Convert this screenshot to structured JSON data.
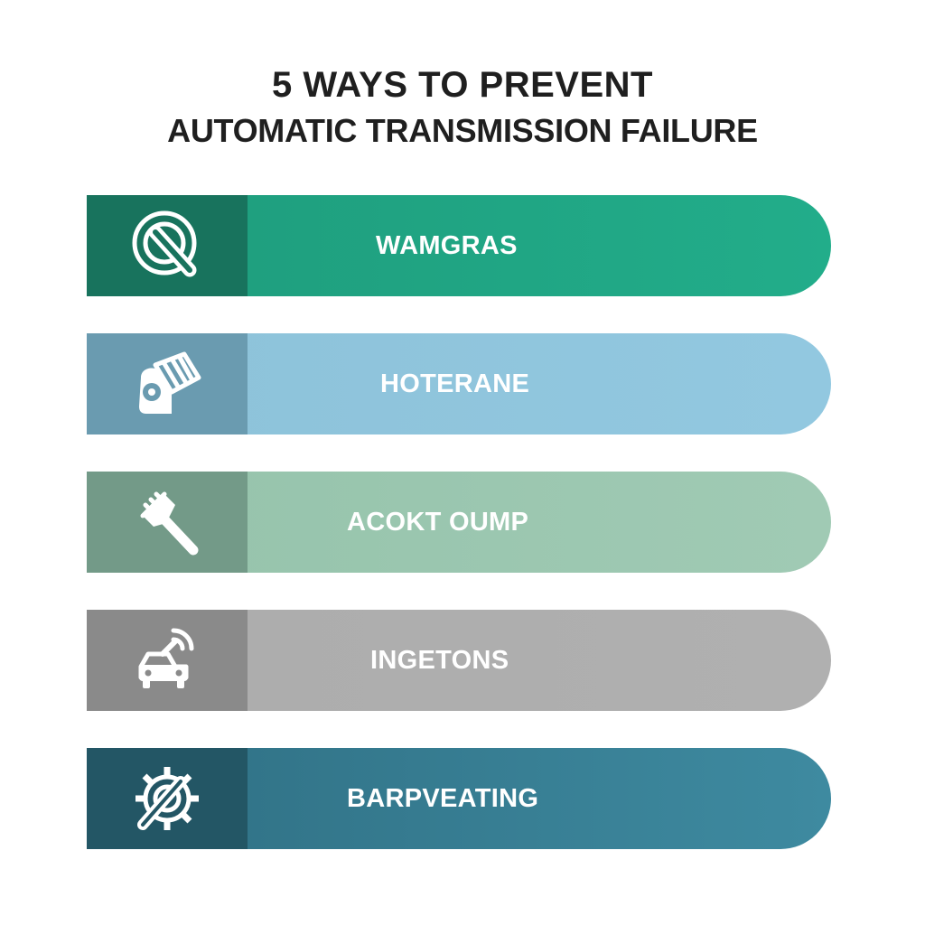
{
  "title": {
    "line1": "5 WAYS TO PREVENT",
    "line2": "AUTOMATIC TRANSMISSION FAILURE"
  },
  "steps": [
    {
      "label": "WAMGRAS",
      "icon": "dipstick-gauge-icon",
      "icon_bg": "#18735d",
      "bar_start": "#1e9c7c",
      "bar_end": "#22ad8a"
    },
    {
      "label": "HOTERANE",
      "icon": "transmission-filter-icon",
      "icon_bg": "#6a9bb0",
      "bar_start": "#8dc2d9",
      "bar_end": "#92c8e0"
    },
    {
      "label": "ACOKT OUMP",
      "icon": "brush-tool-icon",
      "icon_bg": "#739a88",
      "bar_start": "#95c3ab",
      "bar_end": "#a0cab4"
    },
    {
      "label": "INGETONS",
      "icon": "car-signal-icon",
      "icon_bg": "#8a8a8a",
      "bar_start": "#acacac",
      "bar_end": "#b0b0b0"
    },
    {
      "label": "BARPVEATING",
      "icon": "gear-wrench-icon",
      "icon_bg": "#235665",
      "bar_start": "#2f6f83",
      "bar_end": "#3e8aa0"
    }
  ]
}
